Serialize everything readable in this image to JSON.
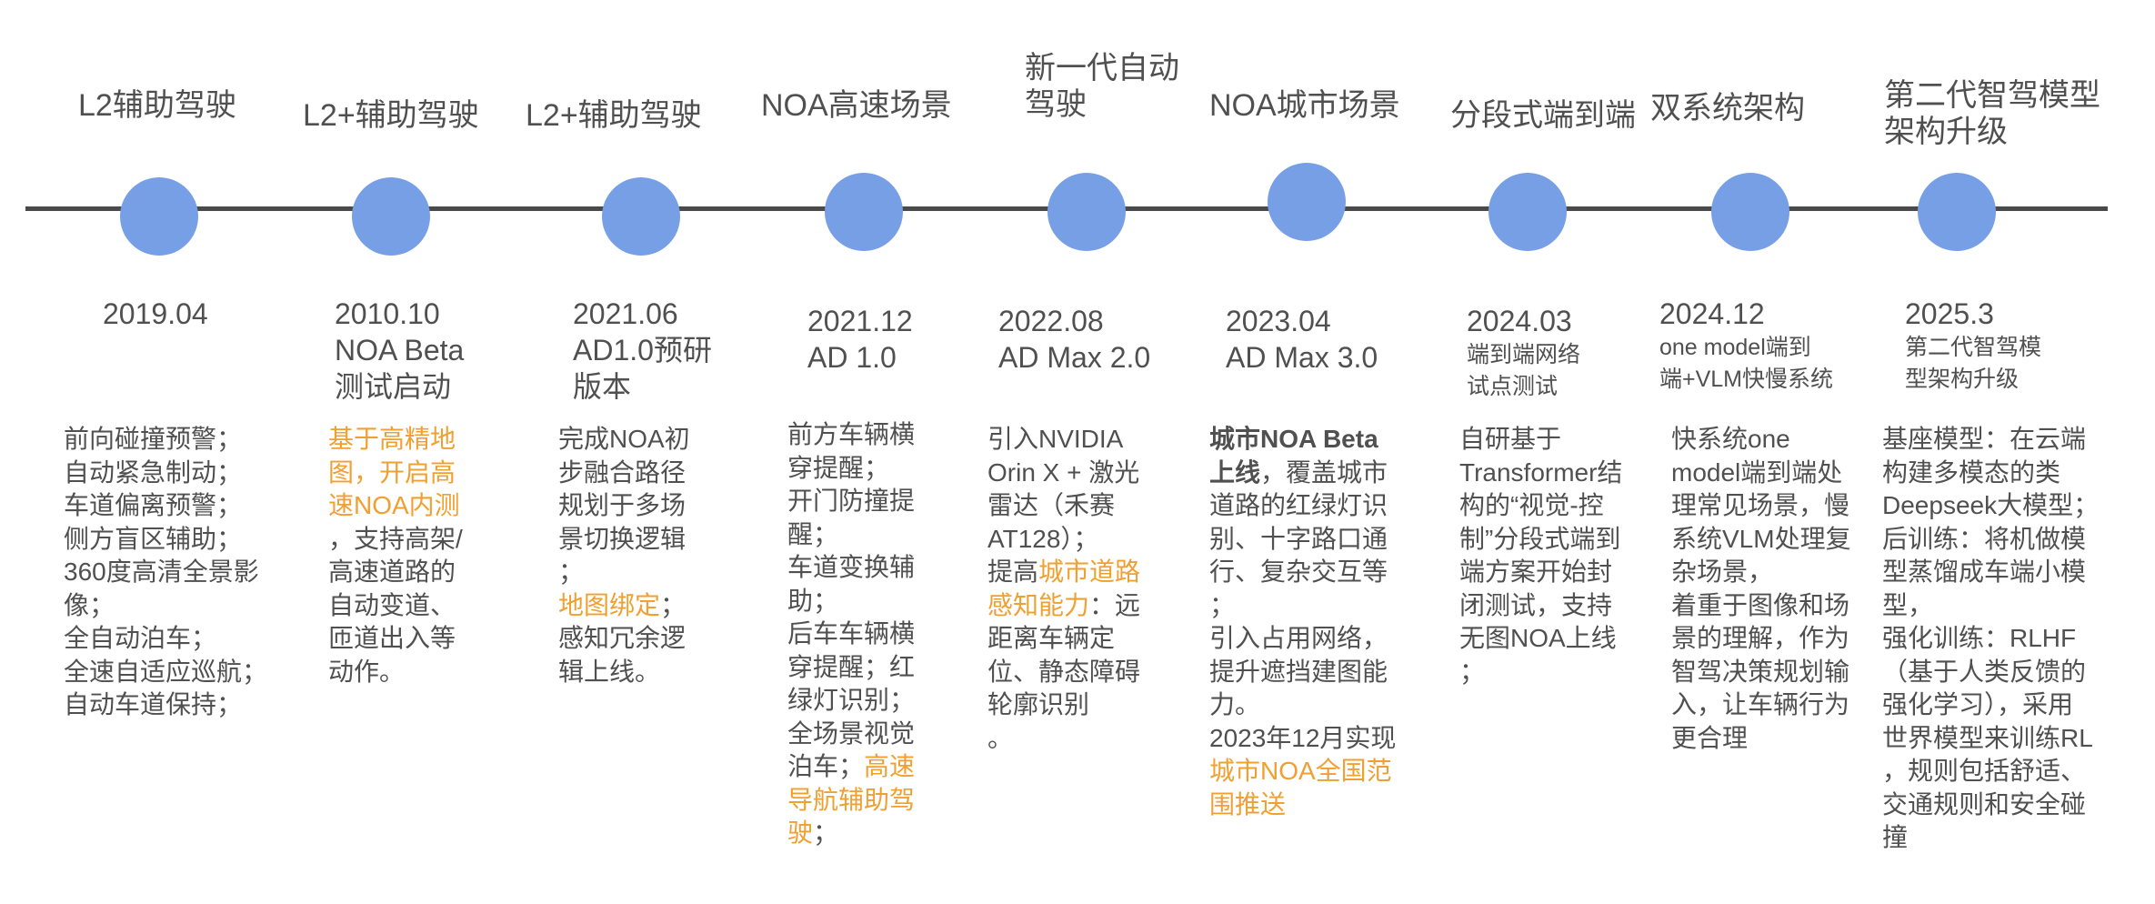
{
  "colors": {
    "timeline": "#4a4a4a",
    "dot": "#779fe6",
    "text": "#505050",
    "highlight": "#f0a030"
  },
  "milestones": [
    {
      "stage": [
        "L2辅助驾驶"
      ],
      "date": "2019.04",
      "subtitle": [],
      "desc": [
        [
          {
            "t": "前向碰撞预警；"
          }
        ],
        [
          {
            "t": "自动紧急制动；"
          }
        ],
        [
          {
            "t": "车道偏离预警；"
          }
        ],
        [
          {
            "t": "侧方盲区辅助；"
          }
        ],
        [
          {
            "t": "360度高清全景影"
          }
        ],
        [
          {
            "t": "像；"
          }
        ],
        [
          {
            "t": "全自动泊车；"
          }
        ],
        [
          {
            "t": "全速自适应巡航；"
          }
        ],
        [
          {
            "t": "自动车道保持；"
          }
        ]
      ]
    },
    {
      "stage": [
        "L2+辅助驾驶"
      ],
      "date": "2010.10",
      "subtitle": [
        "NOA Beta",
        "测试启动"
      ],
      "desc": [
        [
          {
            "t": "基于高精地",
            "s": "hl"
          }
        ],
        [
          {
            "t": "图，开启高",
            "s": "hl"
          }
        ],
        [
          {
            "t": "速NOA内测",
            "s": "hl"
          }
        ],
        [
          {
            "t": "，支持高架/"
          }
        ],
        [
          {
            "t": "高速道路的"
          }
        ],
        [
          {
            "t": "自动变道、"
          }
        ],
        [
          {
            "t": "匝道出入等"
          }
        ],
        [
          {
            "t": "动作。"
          }
        ]
      ]
    },
    {
      "stage": [
        "L2+辅助驾驶"
      ],
      "date": "2021.06",
      "subtitle": [
        "AD1.0预研",
        "版本"
      ],
      "desc": [
        [
          {
            "t": "完成NOA初"
          }
        ],
        [
          {
            "t": "步融合路径"
          }
        ],
        [
          {
            "t": "规划于多场"
          }
        ],
        [
          {
            "t": "景切换逻辑"
          }
        ],
        [
          {
            "t": "；"
          }
        ],
        [
          {
            "t": "地图绑定",
            "s": "hl"
          },
          {
            "t": "；"
          }
        ],
        [
          {
            "t": "感知冗余逻"
          }
        ],
        [
          {
            "t": "辑上线。"
          }
        ]
      ]
    },
    {
      "stage": [
        "NOA高速场景"
      ],
      "date": "2021.12",
      "subtitle": [
        "AD 1.0"
      ],
      "desc": [
        [
          {
            "t": "前方车辆横"
          }
        ],
        [
          {
            "t": "穿提醒；"
          }
        ],
        [
          {
            "t": "开门防撞提"
          }
        ],
        [
          {
            "t": "醒；"
          }
        ],
        [
          {
            "t": "车道变换辅"
          }
        ],
        [
          {
            "t": "助；"
          }
        ],
        [
          {
            "t": "后车车辆横"
          }
        ],
        [
          {
            "t": "穿提醒；红"
          }
        ],
        [
          {
            "t": "绿灯识别；"
          }
        ],
        [
          {
            "t": "全场景视觉"
          }
        ],
        [
          {
            "t": "泊车；"
          },
          {
            "t": "高速",
            "s": "hl"
          }
        ],
        [
          {
            "t": "导航辅助驾",
            "s": "hl"
          }
        ],
        [
          {
            "t": "驶",
            "s": "hl"
          },
          {
            "t": "；"
          }
        ]
      ]
    },
    {
      "stage": [
        "新一代自动",
        "驾驶"
      ],
      "date": "2022.08",
      "subtitle": [
        "AD Max 2.0"
      ],
      "desc": [
        [
          {
            "t": "引入NVIDIA"
          }
        ],
        [
          {
            "t": "Orin X + 激光"
          }
        ],
        [
          {
            "t": "雷达（禾赛"
          }
        ],
        [
          {
            "t": "AT128）；"
          }
        ],
        [
          {
            "t": "提高"
          },
          {
            "t": "城市道路",
            "s": "hl"
          }
        ],
        [
          {
            "t": "感知能力",
            "s": "hl"
          },
          {
            "t": "：远"
          }
        ],
        [
          {
            "t": "距离车辆定"
          }
        ],
        [
          {
            "t": "位、静态障碍"
          }
        ],
        [
          {
            "t": "轮廓识别"
          }
        ],
        [
          {
            "t": "。"
          }
        ]
      ]
    },
    {
      "stage": [
        "NOA城市场景"
      ],
      "date": "2023.04",
      "subtitle": [
        "AD Max 3.0"
      ],
      "desc": [
        [
          {
            "t": "城市NOA Beta",
            "s": "bold"
          }
        ],
        [
          {
            "t": "上线",
            "s": "bold"
          },
          {
            "t": "，覆盖城市"
          }
        ],
        [
          {
            "t": "道路的红绿灯识"
          }
        ],
        [
          {
            "t": "别、十字路口通"
          }
        ],
        [
          {
            "t": "行、复杂交互等"
          }
        ],
        [
          {
            "t": "；"
          }
        ],
        [
          {
            "t": "引入占用网络，"
          }
        ],
        [
          {
            "t": "提升遮挡建图能"
          }
        ],
        [
          {
            "t": "力。"
          }
        ],
        [
          {
            "t": "2023年12月实现"
          }
        ],
        [
          {
            "t": "城市NOA全国范",
            "s": "hl"
          }
        ],
        [
          {
            "t": "围推送",
            "s": "hl"
          }
        ]
      ]
    },
    {
      "stage": [
        "分段式端到端"
      ],
      "date": "2024.03",
      "subtitle": [
        "端到端网络",
        "试点测试"
      ],
      "desc": [
        [
          {
            "t": "自研基于"
          }
        ],
        [
          {
            "t": "Transformer结"
          }
        ],
        [
          {
            "t": "构的“视觉-控"
          }
        ],
        [
          {
            "t": "制”分段式端到"
          }
        ],
        [
          {
            "t": "端方案开始封"
          }
        ],
        [
          {
            "t": "闭测试，支持"
          }
        ],
        [
          {
            "t": "无图NOA上线"
          }
        ],
        [
          {
            "t": "；"
          }
        ]
      ]
    },
    {
      "stage": [
        "双系统架构"
      ],
      "date": "2024.12",
      "subtitle": [
        "one model端到",
        "端+VLM快慢系统"
      ],
      "desc": [
        [
          {
            "t": "快系统one"
          }
        ],
        [
          {
            "t": "model端到端处"
          }
        ],
        [
          {
            "t": "理常见场景，慢"
          }
        ],
        [
          {
            "t": "系统VLM处理复"
          }
        ],
        [
          {
            "t": "杂场景，"
          }
        ],
        [
          {
            "t": "着重于图像和场"
          }
        ],
        [
          {
            "t": "景的理解，作为"
          }
        ],
        [
          {
            "t": "智驾决策规划输"
          }
        ],
        [
          {
            "t": "入，让车辆行为"
          }
        ],
        [
          {
            "t": "更合理"
          }
        ]
      ]
    },
    {
      "stage": [
        "第二代智驾模型",
        "架构升级"
      ],
      "date": "2025.3",
      "subtitle": [
        "第二代智驾模",
        "型架构升级"
      ],
      "desc": [
        [
          {
            "t": "基座模型：在云端"
          }
        ],
        [
          {
            "t": "构建多模态的类"
          }
        ],
        [
          {
            "t": "Deepseek大模型；"
          }
        ],
        [
          {
            "t": "后训练：将机做模"
          }
        ],
        [
          {
            "t": "型蒸馏成车端小模"
          }
        ],
        [
          {
            "t": "型，"
          }
        ],
        [
          {
            "t": "强化训练：RLHF"
          }
        ],
        [
          {
            "t": "（基于人类反馈的"
          }
        ],
        [
          {
            "t": "强化学习），采用"
          }
        ],
        [
          {
            "t": "世界模型来训练RL"
          }
        ],
        [
          {
            "t": "，规则包括舒适、"
          }
        ],
        [
          {
            "t": "交通规则和安全碰"
          }
        ],
        [
          {
            "t": "撞"
          }
        ]
      ]
    }
  ]
}
